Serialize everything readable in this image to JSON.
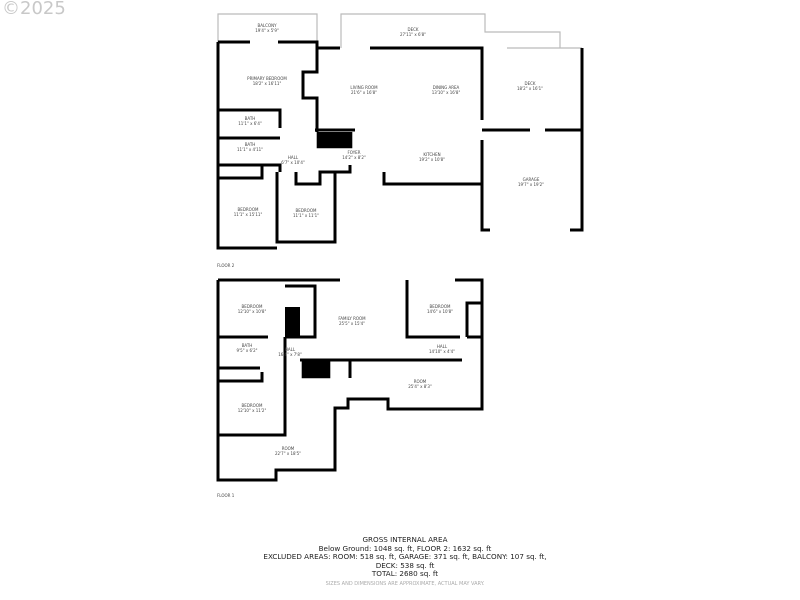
{
  "copyright": "©2025",
  "floor2": {
    "label": "FLOOR 2",
    "rooms": [
      {
        "name": "BALCONY",
        "dims": "19'4\" x 5'9\""
      },
      {
        "name": "PRIMARY BEDROOM",
        "dims": "18'2\" x 16'11\""
      },
      {
        "name": "BATH",
        "dims": "11'1\" x 6'4\""
      },
      {
        "name": "BATH",
        "dims": "11'1\" x 4'11\""
      },
      {
        "name": "HALL",
        "dims": "6'7\" x 10'4\""
      },
      {
        "name": "BEDROOM",
        "dims": "11'1\" x 15'11\""
      },
      {
        "name": "BEDROOM",
        "dims": "11'1\" x 11'1\""
      },
      {
        "name": "DECK",
        "dims": "27'11\" x 6'8\""
      },
      {
        "name": "LIVING ROOM",
        "dims": "21'6\" x 16'8\""
      },
      {
        "name": "DINING AREA",
        "dims": "13'10\" x 16'8\""
      },
      {
        "name": "FOYER",
        "dims": "14'2\" x 8'2\""
      },
      {
        "name": "KITCHEN",
        "dims": "19'2\" x 10'8\""
      },
      {
        "name": "DECK",
        "dims": "18'2\" x 16'1\""
      },
      {
        "name": "GARAGE",
        "dims": "19'7\" x 19'2\""
      }
    ]
  },
  "floor1": {
    "label": "FLOOR 1",
    "rooms": [
      {
        "name": "BEDROOM",
        "dims": "12'10\" x 10'8\""
      },
      {
        "name": "BATH",
        "dims": "9'5\" x 6'2\""
      },
      {
        "name": "HALL",
        "dims": "16'4\" x 7'8\""
      },
      {
        "name": "FAMILY ROOM",
        "dims": "25'5\" x 15'4\""
      },
      {
        "name": "BEDROOM",
        "dims": "14'6\" x 10'8\""
      },
      {
        "name": "HALL",
        "dims": "14'10\" x 4'4\""
      },
      {
        "name": "ROOM",
        "dims": "25'4\" x 8'3\""
      },
      {
        "name": "BEDROOM",
        "dims": "12'10\" x 11'2\""
      },
      {
        "name": "ROOM",
        "dims": "22'7\" x 18'5\""
      }
    ]
  },
  "summary": {
    "title": "GROSS INTERNAL AREA",
    "line1": "Below Ground: 1048 sq. ft, FLOOR 2: 1632 sq. ft",
    "line2": "EXCLUDED AREAS: ROOM: 518 sq. ft, GARAGE: 371 sq. ft, BALCONY: 107 sq. ft,",
    "line3": "DECK: 538 sq. ft",
    "line4": "TOTAL: 2680 sq. ft",
    "note": "SIZES AND DIMENSIONS ARE APPROXIMATE, ACTUAL MAY VARY."
  }
}
